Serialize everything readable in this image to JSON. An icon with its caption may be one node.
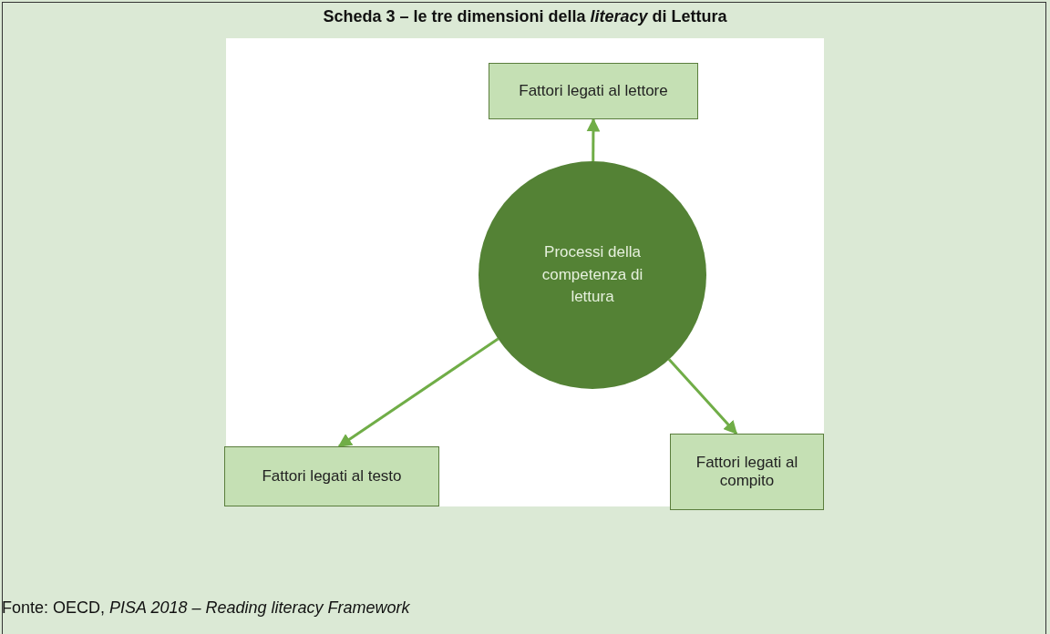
{
  "diagram": {
    "title": "Scheda 3 – le tre dimensioni della *literacy* di Lettura",
    "caption": "Fonte: OECD, *PISA 2018 – Reading literacy Framework*",
    "nodes": [
      {
        "text": [
          "Fattori legati al lettore"
        ]
      },
      {
        "text": [
          "Processi della competenza di lettura"
        ]
      },
      {
        "text": [
          "Fattori legati al testo"
        ]
      },
      {
        "text": [
          "Fattori legati al compito"
        ]
      }
    ],
    "edges": [
      {
        "from": 1,
        "to": 0,
        "arrow": "to"
      },
      {
        "from": 1,
        "to": 2,
        "arrow": "to"
      },
      {
        "from": 1,
        "to": 3,
        "arrow": "to"
      }
    ]
  }
}
